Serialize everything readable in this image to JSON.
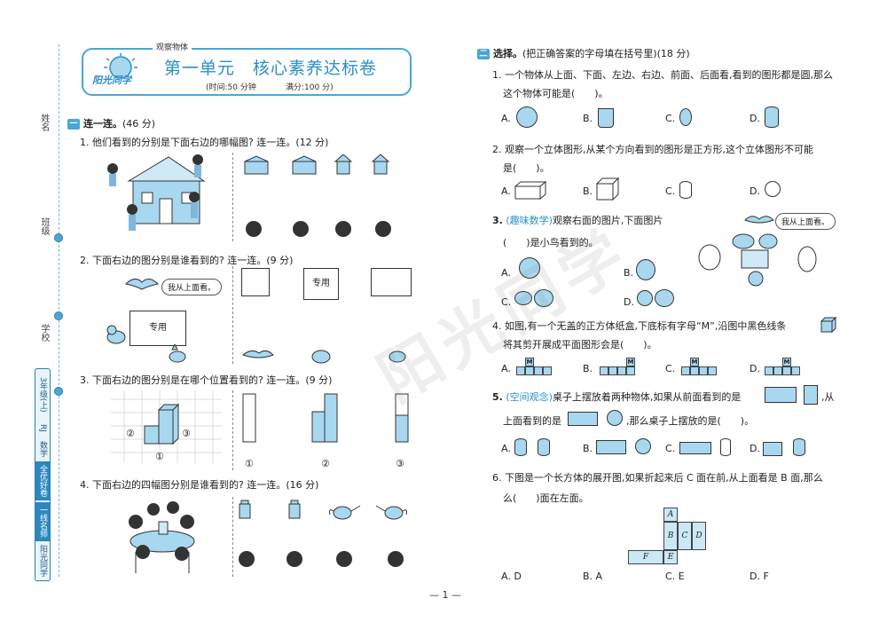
{
  "sidebar": {
    "name_label": "姓名",
    "class_label": "班级",
    "school_label": "学校",
    "grade_label": "3年级(上)",
    "publisher": "RJ",
    "subject": "数学",
    "series1": "全优好卷",
    "series2": "一线名师",
    "brand": "阳光同学"
  },
  "header": {
    "unit_tag": "观察物体",
    "logo_text": "阳光同学",
    "title": "第一单元　核心素养达标卷",
    "time": "(时间:50 分钟",
    "score": "满分:100 分)"
  },
  "section1": {
    "badge": "一",
    "title": "连一连。",
    "points": "(46 分)",
    "q1": "1. 他们看到的分别是下面右边的哪幅图? 连一连。(12 分)",
    "q2": "2. 下面右边的图分别是谁看到的? 连一连。(9 分)",
    "q2_bubble": "我从上面看。",
    "q2_box_label": "专用",
    "q2_view_label": "专用",
    "q3": "3. 下面右边的图分别是在哪个位置看到的? 连一连。(9 分)",
    "q3_marks": [
      "②",
      "③",
      "①"
    ],
    "q3_view_marks": [
      "①",
      "②",
      "③"
    ],
    "q4": "4. 下面右边的四幅图分别是谁看到的? 连一连。(16 分)"
  },
  "section2": {
    "badge": "二",
    "title": "选择。",
    "subtitle": "(把正确答案的字母填在括号里)(18 分)",
    "q1_line1": "1. 一个物体从上面、下面、左边、右边、前面、后面看,看到的图形都是圆,那么",
    "q1_line2": "这个物体可能是(　　)。",
    "q1_opts": [
      "A.",
      "B.",
      "C.",
      "D."
    ],
    "q2_line1": "2. 观察一个立体图形,从某个方向看到的图形是正方形,这个立体图形不可能",
    "q2_line2": "是(　　)。",
    "q2_opts": [
      "A.",
      "B.",
      "C.",
      "D."
    ],
    "q3_tag": "(趣味数学)",
    "q3_line1": "观察右面的图片,下面图片",
    "q3_line2": "(　　)是小鸟看到的。",
    "q3_bubble": "我从上面看。",
    "q3_opts": [
      "A.",
      "B.",
      "C.",
      "D."
    ],
    "q4_line1": "4. 如图,有一个无盖的正方体纸盒,下底标有字母“M”,沿图中黑色线条",
    "q4_line2": "将其剪开展成平面图形会是(　　)。",
    "q4_opts": [
      "A.",
      "B.",
      "C.",
      "D."
    ],
    "q4_letter": "M",
    "q5_tag": "(空间观念)",
    "q5_line1a": "桌子上摆放着两种物体,如果从前面看到的是",
    "q5_line1b": ",从",
    "q5_line2a": "上面看到的是",
    "q5_line2b": ",那么桌子上摆放的是(　　)。",
    "q5_opts": [
      "A.",
      "B.",
      "C.",
      "D."
    ],
    "q6_line1": "6. 下图是一个长方体的展开图,如果折起来后 C 面在前,从上面看是 B 面,那么",
    "q6_line2": "么(　　)面在左面。",
    "q6_net": [
      "A",
      "B",
      "C",
      "D",
      "F",
      "E"
    ],
    "q6_opts": [
      "A. D",
      "B. A",
      "C. E",
      "D. F"
    ]
  },
  "watermark": "阳光同学",
  "page_number": "— 1 —"
}
